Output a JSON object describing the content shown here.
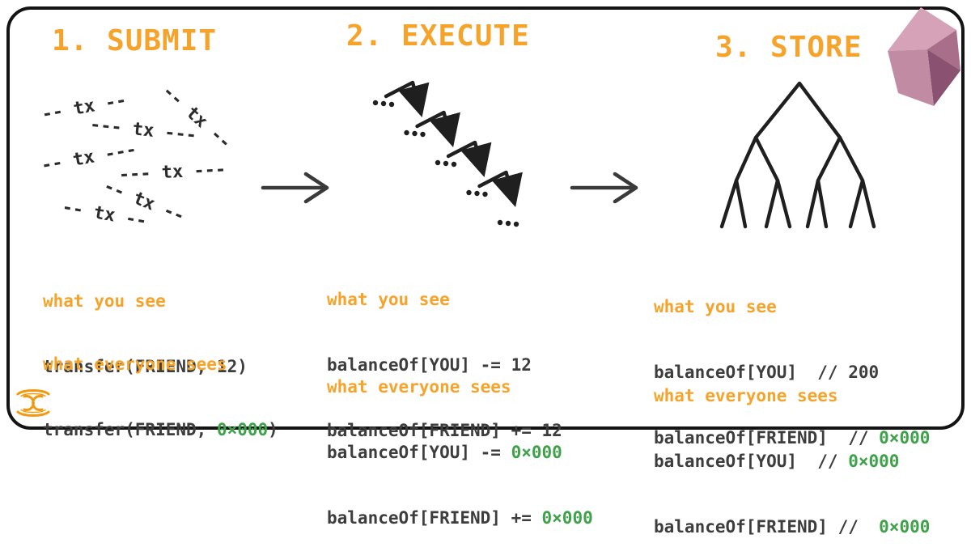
{
  "colors": {
    "orange": "#F5A32B",
    "green": "#3FA24A",
    "dark": "#3D3D3D",
    "ink": "#141414",
    "paper": "#FFFFFF",
    "gem_light": "#D5A2B7",
    "gem_mid": "#C08BA3",
    "gem_mid_dark": "#A96E89",
    "gem_dark": "#8A5270",
    "logo_orange": "#F2990F"
  },
  "icons": {
    "top_right": "gem-icon",
    "bottom_left": "brand-logo-icon",
    "panel_1_graphic": "scattered-transactions",
    "panel_2_graphic": "sequential-execution-zigzag",
    "panel_3_graphic": "merkle-tree"
  },
  "tx_scatter": {
    "items": [
      {
        "text": "-- tx --"
      },
      {
        "text": "-- tx --"
      },
      {
        "text": "--- tx ---"
      },
      {
        "text": "-- tx ---"
      },
      {
        "text": "--- tx ---"
      },
      {
        "text": "-- tx --"
      },
      {
        "text": "-- tx --"
      }
    ]
  },
  "panels": [
    {
      "title": "1. SUBMIT",
      "blocks": [
        {
          "label": "what you see",
          "lines": [
            [
              {
                "t": "transfer(FRIEND, 12)",
                "c": "dark"
              }
            ]
          ]
        },
        {
          "label": "what everyone sees",
          "lines": [
            [
              {
                "t": "transfer(FRIEND, ",
                "c": "dark"
              },
              {
                "t": "0×000",
                "c": "green"
              },
              {
                "t": ")",
                "c": "dark"
              }
            ]
          ]
        }
      ]
    },
    {
      "title": "2. EXECUTE",
      "blocks": [
        {
          "label": "what you see",
          "lines": [
            [
              {
                "t": "balanceOf[YOU] -= 12",
                "c": "dark"
              }
            ],
            [
              {
                "t": "balanceOf[FRIEND] += 12",
                "c": "dark"
              }
            ]
          ]
        },
        {
          "label": "what everyone sees",
          "lines": [
            [
              {
                "t": "balanceOf[YOU] -= ",
                "c": "dark"
              },
              {
                "t": "0×000",
                "c": "green"
              }
            ],
            [
              {
                "t": "balanceOf[FRIEND] += ",
                "c": "dark"
              },
              {
                "t": "0×000",
                "c": "green"
              }
            ]
          ]
        }
      ]
    },
    {
      "title": "3. STORE",
      "blocks": [
        {
          "label": "what you see",
          "lines": [
            [
              {
                "t": "balanceOf[YOU]  // 200",
                "c": "dark"
              }
            ],
            [
              {
                "t": "balanceOf[FRIEND]  // ",
                "c": "dark"
              },
              {
                "t": "0×000",
                "c": "green"
              }
            ]
          ]
        },
        {
          "label": "what everyone sees",
          "lines": [
            [
              {
                "t": "balanceOf[YOU]  // ",
                "c": "dark"
              },
              {
                "t": "0×000",
                "c": "green"
              }
            ],
            [
              {
                "t": "balanceOf[FRIEND] //  ",
                "c": "dark"
              },
              {
                "t": "0×000",
                "c": "green"
              }
            ]
          ]
        }
      ]
    }
  ]
}
